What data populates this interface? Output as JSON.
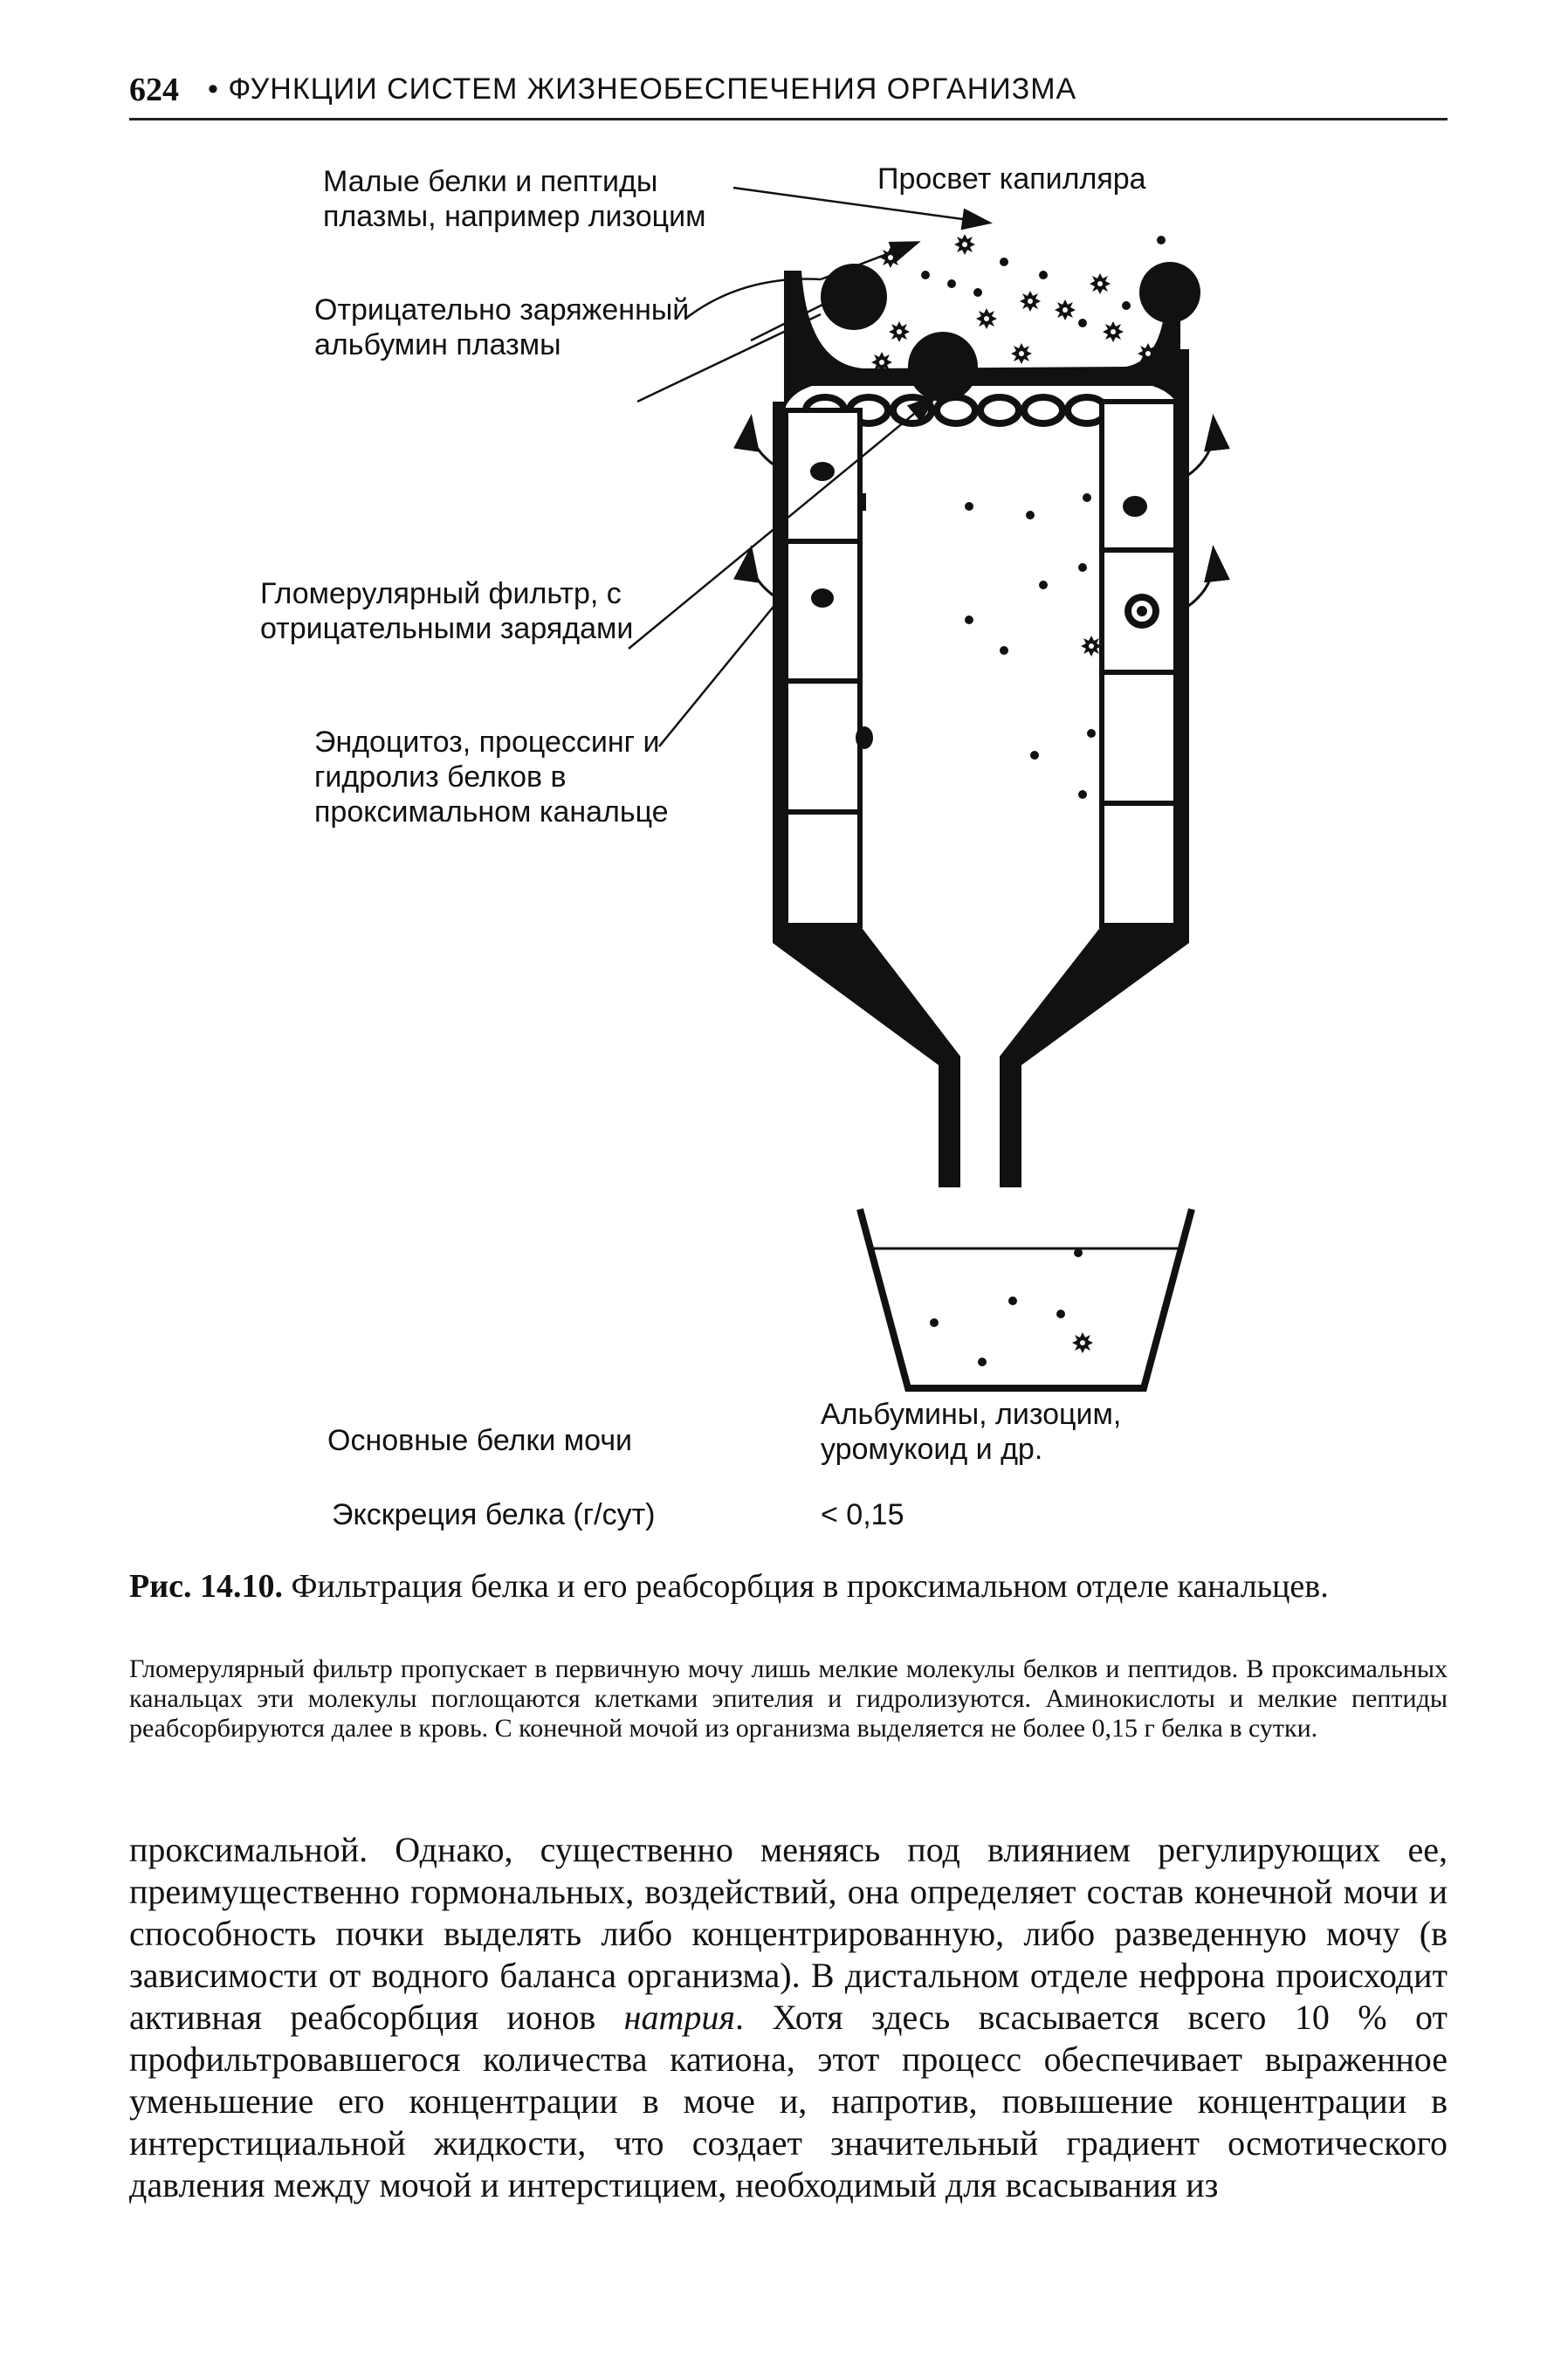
{
  "header": {
    "page_number": "624",
    "running_title": "• ФУНКЦИИ СИСТЕМ ЖИЗНЕОБЕСПЕЧЕНИЯ ОРГАНИЗМА"
  },
  "figure": {
    "labels": {
      "small_proteins": "Малые белки и пептиды\nплазмы, например лизоцим",
      "capillary_lumen": "Просвет капилляра",
      "albumin": "Отрицательно заряженный\nальбумин плазмы",
      "glomerular_filter": "Гломерулярный фильтр, с\nотрицательными зарядами",
      "endocytosis": "Эндоцитоз, процессинг и\nгидролиз белков в\nпроксимальном канальце",
      "urine_proteins_label": "Основные белки мочи",
      "urine_proteins_value": "Альбумины, лизоцим,\nуромукоид и др.",
      "excretion_label": "Экскреция белка (г/сут)",
      "excretion_value": "< 0,15"
    }
  },
  "caption": {
    "number": "Рис. 14.10.",
    "title": "Фильтрация белка и его реабсорбция в проксимальном отделе канальцев."
  },
  "legend": "Гломерулярный фильтр пропускает в первичную мочу лишь мелкие молекулы белков и пептидов. В проксимальных канальцах эти молекулы поглощаются клетками эпителия и гидролизуются. Аминокислоты и мелкие пептиды реабсорбируются далее в кровь. С конечной мочой из организма выделяется не более 0,15 г белка в сутки.",
  "body": {
    "part1": "проксимальной. Однако, существенно меняясь под влиянием регулирующих ее, преимущественно гормональных, воздействий, она определяет состав конечной мочи и способность почки выделять либо концентрированную, либо разведенную мочу (в зависимости от водного баланса организма). В дистальном отделе нефрона происходит активная реабсорбция ионов ",
    "italic": "натрия",
    "part2": ". Хотя здесь всасывается всего 10 % от профильтровавшегося количества катиона, этот процесс обеспечивает выраженное уменьшение его концентрации в моче и, напротив, повышение концентрации в интерстициальной жидкости, что создает значительный градиент осмотического давления между мочой и интерстицием, необходимый для всасывания из"
  }
}
